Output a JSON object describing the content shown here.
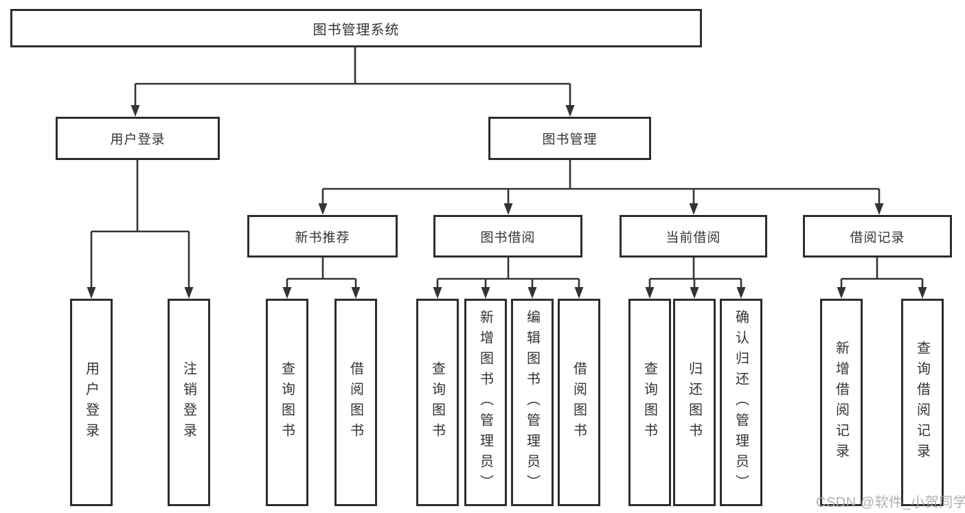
{
  "tree": {
    "root": {
      "label": "图书管理系统",
      "children": [
        {
          "label": "用户登录",
          "children": [
            {
              "label": "用户登录"
            },
            {
              "label": "注销登录"
            }
          ]
        },
        {
          "label": "图书管理",
          "children": [
            {
              "label": "新书推荐",
              "children": [
                {
                  "label": "查询图书"
                },
                {
                  "label": "借阅图书"
                }
              ]
            },
            {
              "label": "图书借阅",
              "children": [
                {
                  "label": "查询图书"
                },
                {
                  "label": "新增图书（管理员）"
                },
                {
                  "label": "编辑图书（管理员）"
                },
                {
                  "label": "借阅图书"
                }
              ]
            },
            {
              "label": "当前借阅",
              "children": [
                {
                  "label": "查询图书"
                },
                {
                  "label": "归还图书"
                },
                {
                  "label": "确认归还（管理员）"
                }
              ]
            },
            {
              "label": "借阅记录",
              "children": [
                {
                  "label": "新增借阅记录"
                },
                {
                  "label": "查询借阅记录"
                }
              ]
            }
          ]
        }
      ]
    }
  },
  "watermark": {
    "text": "CSDN @软件_小贺同学"
  },
  "colors": {
    "background": "#ffffff",
    "border": "#2d2d2d",
    "line": "#333333",
    "text": "#333333",
    "watermark": "#a8a8a8"
  }
}
